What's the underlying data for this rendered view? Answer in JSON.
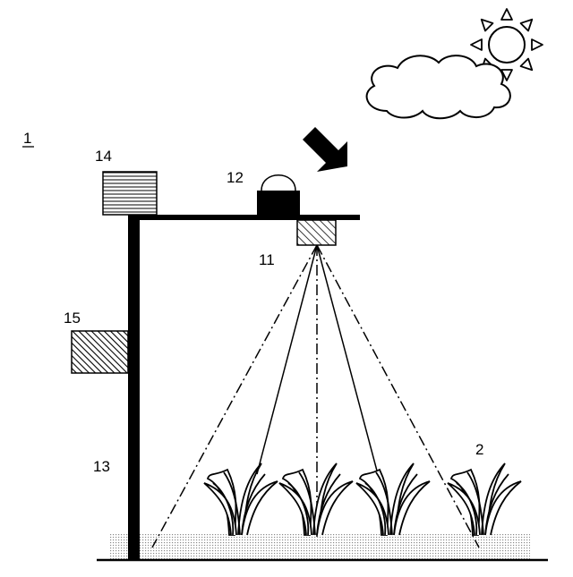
{
  "labels": {
    "system": "1",
    "plant": "2",
    "sensor": "11",
    "light_meter": "12",
    "pole": "13",
    "panel": "14",
    "box": "15"
  },
  "colors": {
    "ink": "#000000",
    "ground_dots": "#9a9a9a",
    "background": "#ffffff"
  },
  "icons": {
    "sun": "sun-icon",
    "cloud": "cloud-icon",
    "incident_arrow": "arrow-icon"
  }
}
